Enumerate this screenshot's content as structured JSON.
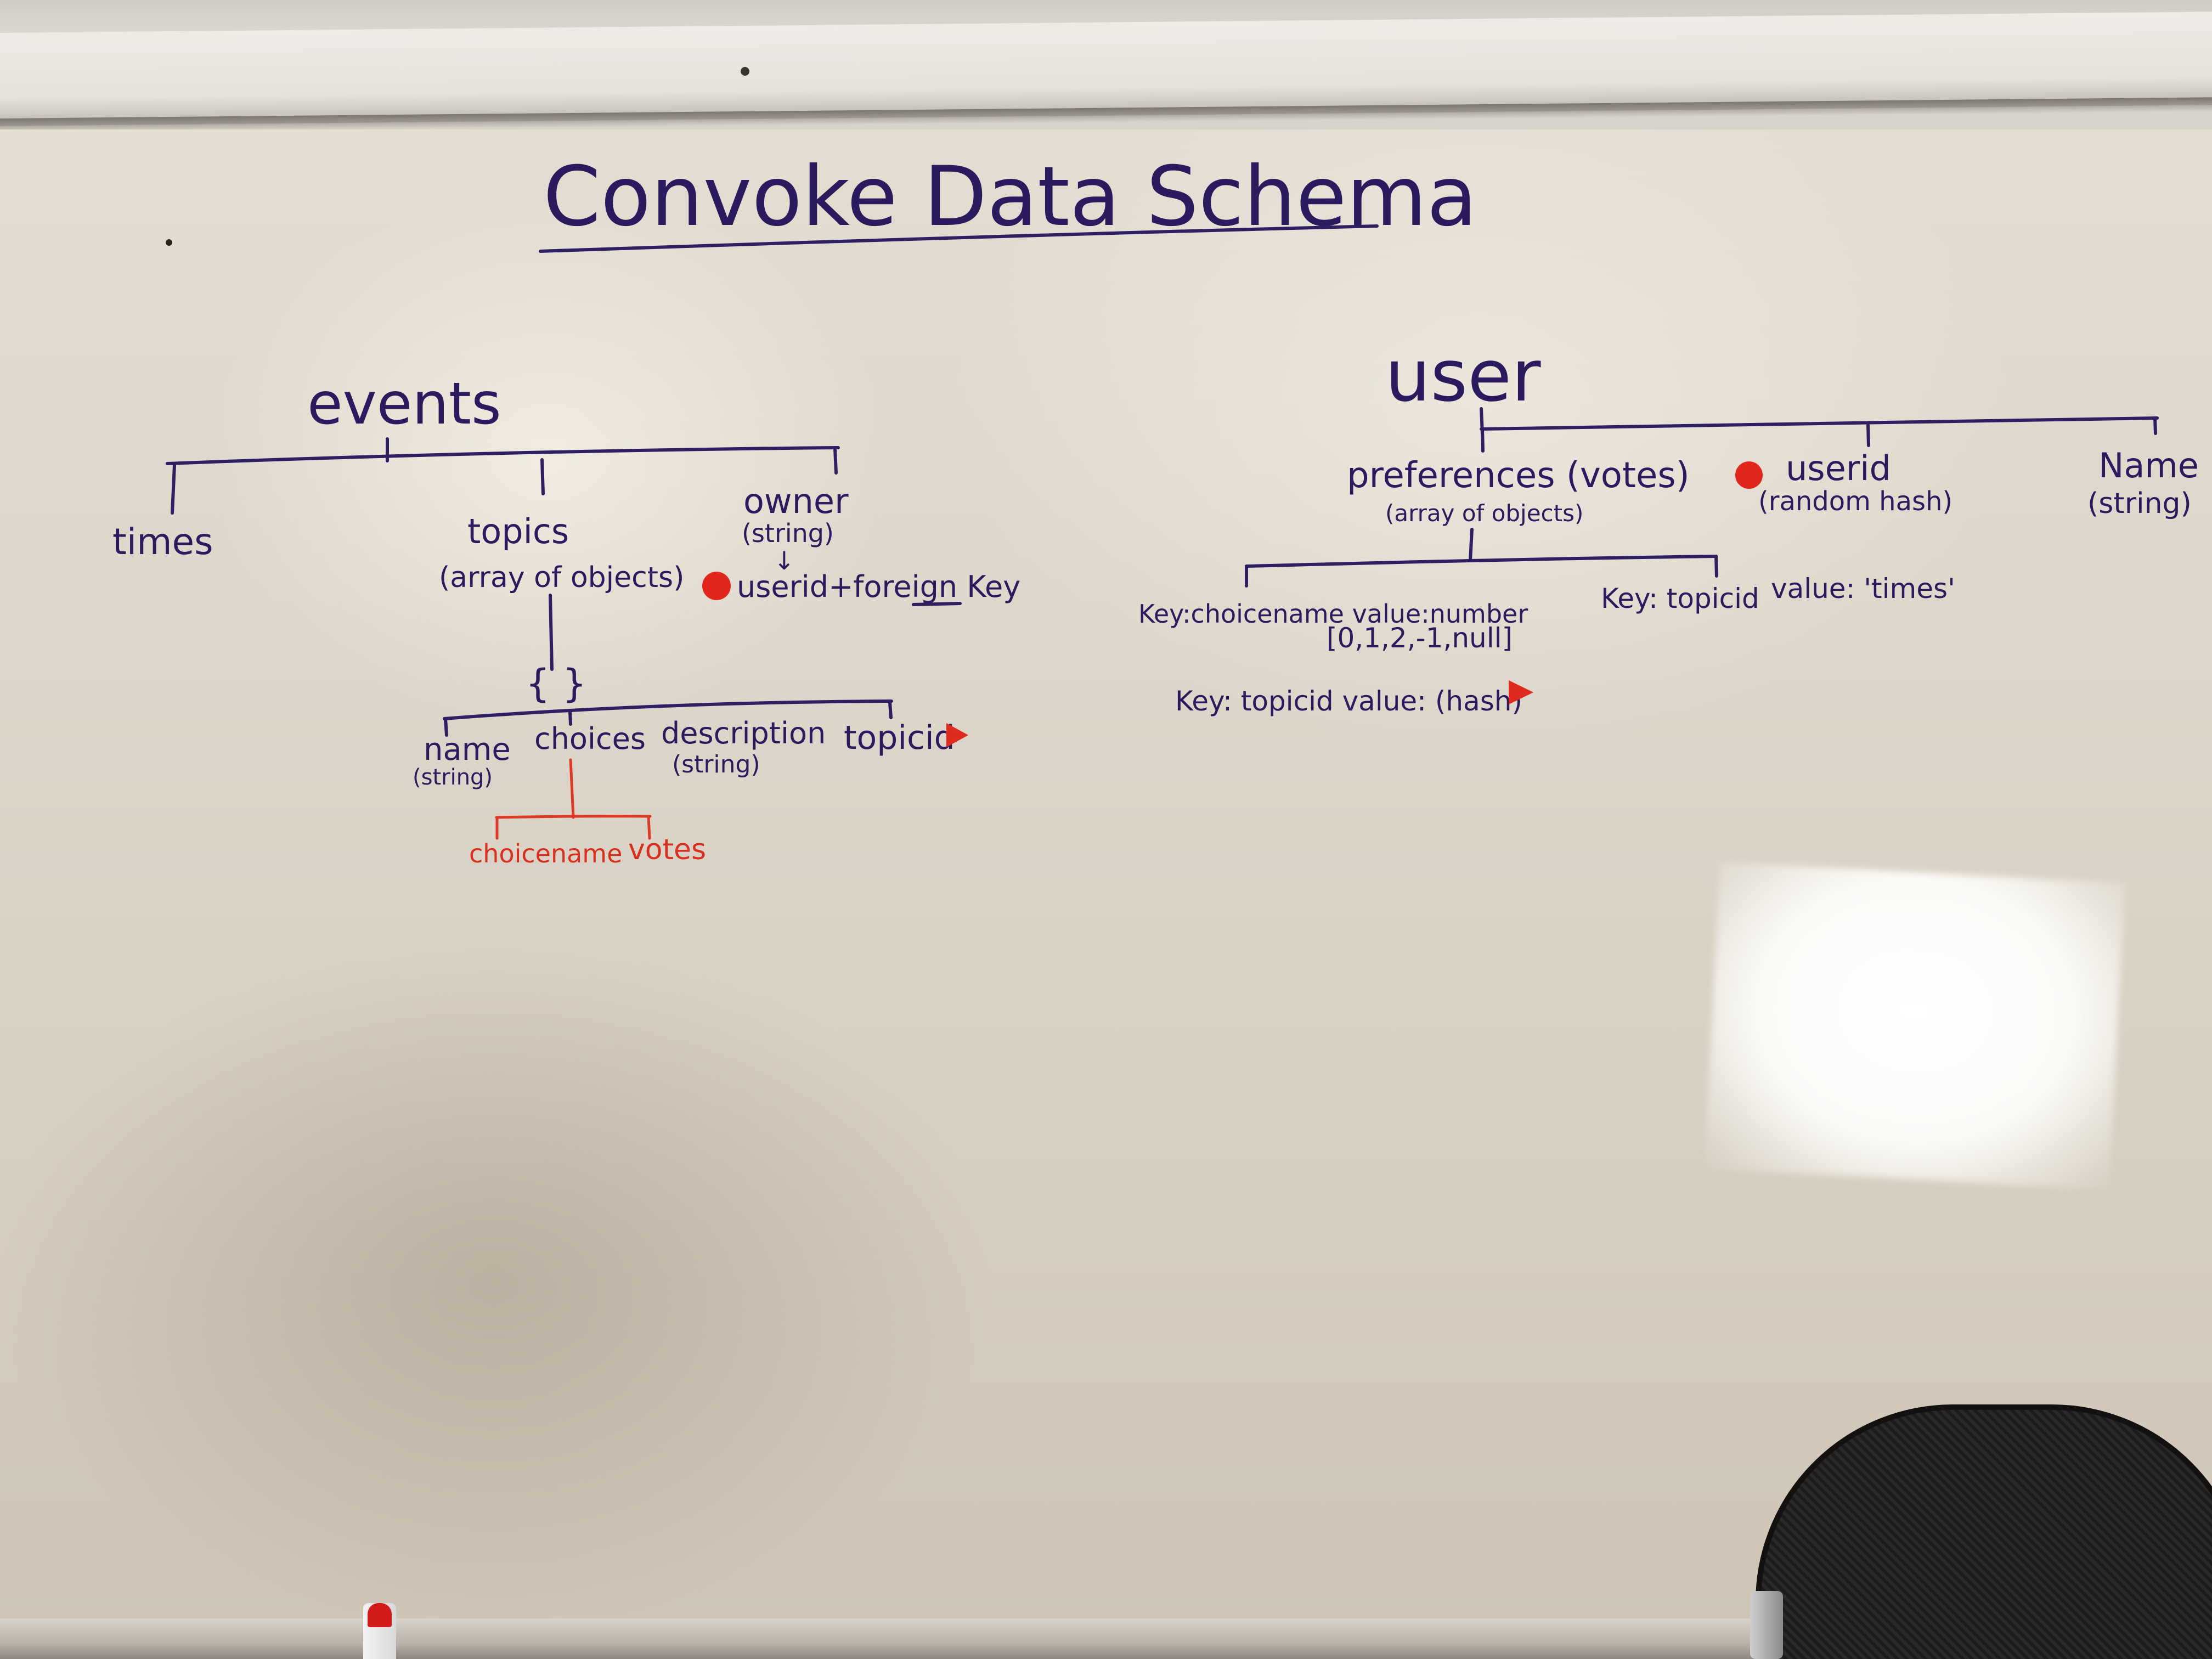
{
  "title": "Convoke Data Schema",
  "events": {
    "label": "events",
    "times": "times",
    "topics": {
      "label": "topics",
      "note": "(array of objects)",
      "braces": "{ }",
      "fields": {
        "name": "name",
        "name_note": "(string)",
        "choices": "choices",
        "description": "description",
        "description_note": "(string)",
        "topicid": "topicid"
      },
      "choices_children": {
        "choicename": "choicename",
        "votes": "votes"
      }
    },
    "owner": {
      "label": "owner",
      "note": "(string)",
      "arrow": "↓",
      "link": "userid+foreign Key"
    }
  },
  "user": {
    "label": "user",
    "preferences": {
      "label": "preferences (votes)",
      "note": "(array of objects)",
      "entry1": "Key:choicename value:number",
      "entry1_values": "[0,1,2,-1,null]",
      "entry2_key": "Key: topicid",
      "entry2_value": "value: 'times'",
      "entry3": "Key: topicid value: (hash)"
    },
    "userid": {
      "label": "userid",
      "note": "(random hash)"
    },
    "name": {
      "label": "Name",
      "note": "(string)"
    }
  },
  "colors": {
    "ink": "#2b1b5e",
    "red_ink": "#d8301f",
    "board": "#ddd6ca"
  }
}
